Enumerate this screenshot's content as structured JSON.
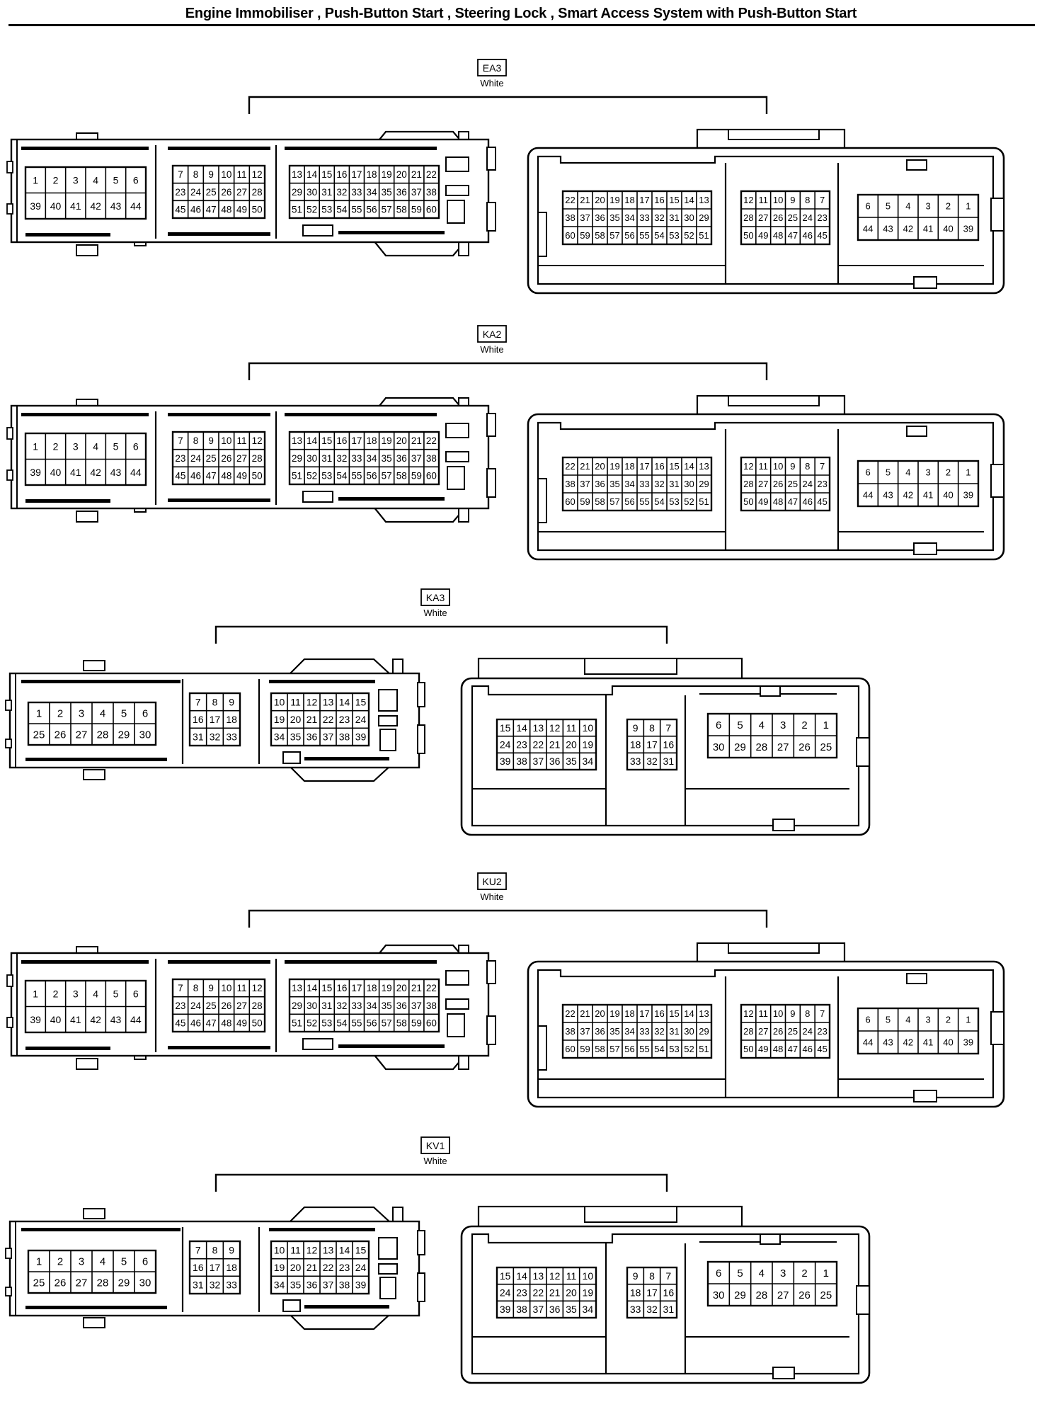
{
  "title": "Engine Immobiliser , Push-Button Start , Steering Lock , Smart Access System with Push-Button Start",
  "connectors": [
    {
      "id": "EA3",
      "color": "White",
      "type": "60",
      "left_blocks": [
        [
          [
            "1",
            "2",
            "3",
            "4",
            "5",
            "6"
          ],
          [
            "39",
            "40",
            "41",
            "42",
            "43",
            "44"
          ]
        ],
        [
          [
            "7",
            "8",
            "9",
            "10",
            "11",
            "12"
          ],
          [
            "23",
            "24",
            "25",
            "26",
            "27",
            "28"
          ],
          [
            "45",
            "46",
            "47",
            "48",
            "49",
            "50"
          ]
        ],
        [
          [
            "13",
            "14",
            "15",
            "16",
            "17",
            "18",
            "19",
            "20",
            "21",
            "22"
          ],
          [
            "29",
            "30",
            "31",
            "32",
            "33",
            "34",
            "35",
            "36",
            "37",
            "38"
          ],
          [
            "51",
            "52",
            "53",
            "54",
            "55",
            "56",
            "57",
            "58",
            "59",
            "60"
          ]
        ]
      ],
      "right_blocks": [
        [
          [
            "22",
            "21",
            "20",
            "19",
            "18",
            "17",
            "16",
            "15",
            "14",
            "13"
          ],
          [
            "38",
            "37",
            "36",
            "35",
            "34",
            "33",
            "32",
            "31",
            "30",
            "29"
          ],
          [
            "60",
            "59",
            "58",
            "57",
            "56",
            "55",
            "54",
            "53",
            "52",
            "51"
          ]
        ],
        [
          [
            "12",
            "11",
            "10",
            "9",
            "8",
            "7"
          ],
          [
            "28",
            "27",
            "26",
            "25",
            "24",
            "23"
          ],
          [
            "50",
            "49",
            "48",
            "47",
            "46",
            "45"
          ]
        ],
        [
          [
            "6",
            "5",
            "4",
            "3",
            "2",
            "1"
          ],
          [
            "44",
            "43",
            "42",
            "41",
            "40",
            "39"
          ]
        ]
      ]
    },
    {
      "id": "KA2",
      "color": "White",
      "type": "60",
      "left_blocks": [
        [
          [
            "1",
            "2",
            "3",
            "4",
            "5",
            "6"
          ],
          [
            "39",
            "40",
            "41",
            "42",
            "43",
            "44"
          ]
        ],
        [
          [
            "7",
            "8",
            "9",
            "10",
            "11",
            "12"
          ],
          [
            "23",
            "24",
            "25",
            "26",
            "27",
            "28"
          ],
          [
            "45",
            "46",
            "47",
            "48",
            "49",
            "50"
          ]
        ],
        [
          [
            "13",
            "14",
            "15",
            "16",
            "17",
            "18",
            "19",
            "20",
            "21",
            "22"
          ],
          [
            "29",
            "30",
            "31",
            "32",
            "33",
            "34",
            "35",
            "36",
            "37",
            "38"
          ],
          [
            "51",
            "52",
            "53",
            "54",
            "55",
            "56",
            "57",
            "58",
            "59",
            "60"
          ]
        ]
      ],
      "right_blocks": [
        [
          [
            "22",
            "21",
            "20",
            "19",
            "18",
            "17",
            "16",
            "15",
            "14",
            "13"
          ],
          [
            "38",
            "37",
            "36",
            "35",
            "34",
            "33",
            "32",
            "31",
            "30",
            "29"
          ],
          [
            "60",
            "59",
            "58",
            "57",
            "56",
            "55",
            "54",
            "53",
            "52",
            "51"
          ]
        ],
        [
          [
            "12",
            "11",
            "10",
            "9",
            "8",
            "7"
          ],
          [
            "28",
            "27",
            "26",
            "25",
            "24",
            "23"
          ],
          [
            "50",
            "49",
            "48",
            "47",
            "46",
            "45"
          ]
        ],
        [
          [
            "6",
            "5",
            "4",
            "3",
            "2",
            "1"
          ],
          [
            "44",
            "43",
            "42",
            "41",
            "40",
            "39"
          ]
        ]
      ]
    },
    {
      "id": "KA3",
      "color": "White",
      "type": "39",
      "left_blocks": [
        [
          [
            "1",
            "2",
            "3",
            "4",
            "5",
            "6"
          ],
          [
            "25",
            "26",
            "27",
            "28",
            "29",
            "30"
          ]
        ],
        [
          [
            "7",
            "8",
            "9"
          ],
          [
            "16",
            "17",
            "18"
          ],
          [
            "31",
            "32",
            "33"
          ]
        ],
        [
          [
            "10",
            "11",
            "12",
            "13",
            "14",
            "15"
          ],
          [
            "19",
            "20",
            "21",
            "22",
            "23",
            "24"
          ],
          [
            "34",
            "35",
            "36",
            "37",
            "38",
            "39"
          ]
        ]
      ],
      "right_blocks": [
        [
          [
            "15",
            "14",
            "13",
            "12",
            "11",
            "10"
          ],
          [
            "24",
            "23",
            "22",
            "21",
            "20",
            "19"
          ],
          [
            "39",
            "38",
            "37",
            "36",
            "35",
            "34"
          ]
        ],
        [
          [
            "9",
            "8",
            "7"
          ],
          [
            "18",
            "17",
            "16"
          ],
          [
            "33",
            "32",
            "31"
          ]
        ],
        [
          [
            "6",
            "5",
            "4",
            "3",
            "2",
            "1"
          ],
          [
            "30",
            "29",
            "28",
            "27",
            "26",
            "25"
          ]
        ]
      ]
    },
    {
      "id": "KU2",
      "color": "White",
      "type": "60",
      "left_blocks": [
        [
          [
            "1",
            "2",
            "3",
            "4",
            "5",
            "6"
          ],
          [
            "39",
            "40",
            "41",
            "42",
            "43",
            "44"
          ]
        ],
        [
          [
            "7",
            "8",
            "9",
            "10",
            "11",
            "12"
          ],
          [
            "23",
            "24",
            "25",
            "26",
            "27",
            "28"
          ],
          [
            "45",
            "46",
            "47",
            "48",
            "49",
            "50"
          ]
        ],
        [
          [
            "13",
            "14",
            "15",
            "16",
            "17",
            "18",
            "19",
            "20",
            "21",
            "22"
          ],
          [
            "29",
            "30",
            "31",
            "32",
            "33",
            "34",
            "35",
            "36",
            "37",
            "38"
          ],
          [
            "51",
            "52",
            "53",
            "54",
            "55",
            "56",
            "57",
            "58",
            "59",
            "60"
          ]
        ]
      ],
      "right_blocks": [
        [
          [
            "22",
            "21",
            "20",
            "19",
            "18",
            "17",
            "16",
            "15",
            "14",
            "13"
          ],
          [
            "38",
            "37",
            "36",
            "35",
            "34",
            "33",
            "32",
            "31",
            "30",
            "29"
          ],
          [
            "60",
            "59",
            "58",
            "57",
            "56",
            "55",
            "54",
            "53",
            "52",
            "51"
          ]
        ],
        [
          [
            "12",
            "11",
            "10",
            "9",
            "8",
            "7"
          ],
          [
            "28",
            "27",
            "26",
            "25",
            "24",
            "23"
          ],
          [
            "50",
            "49",
            "48",
            "47",
            "46",
            "45"
          ]
        ],
        [
          [
            "6",
            "5",
            "4",
            "3",
            "2",
            "1"
          ],
          [
            "44",
            "43",
            "42",
            "41",
            "40",
            "39"
          ]
        ]
      ]
    },
    {
      "id": "KV1",
      "color": "White",
      "type": "39",
      "left_blocks": [
        [
          [
            "1",
            "2",
            "3",
            "4",
            "5",
            "6"
          ],
          [
            "25",
            "26",
            "27",
            "28",
            "29",
            "30"
          ]
        ],
        [
          [
            "7",
            "8",
            "9"
          ],
          [
            "16",
            "17",
            "18"
          ],
          [
            "31",
            "32",
            "33"
          ]
        ],
        [
          [
            "10",
            "11",
            "12",
            "13",
            "14",
            "15"
          ],
          [
            "19",
            "20",
            "21",
            "22",
            "23",
            "24"
          ],
          [
            "34",
            "35",
            "36",
            "37",
            "38",
            "39"
          ]
        ]
      ],
      "right_blocks": [
        [
          [
            "15",
            "14",
            "13",
            "12",
            "11",
            "10"
          ],
          [
            "24",
            "23",
            "22",
            "21",
            "20",
            "19"
          ],
          [
            "39",
            "38",
            "37",
            "36",
            "35",
            "34"
          ]
        ],
        [
          [
            "9",
            "8",
            "7"
          ],
          [
            "18",
            "17",
            "16"
          ],
          [
            "33",
            "32",
            "31"
          ]
        ],
        [
          [
            "6",
            "5",
            "4",
            "3",
            "2",
            "1"
          ],
          [
            "30",
            "29",
            "28",
            "27",
            "26",
            "25"
          ]
        ]
      ]
    }
  ]
}
